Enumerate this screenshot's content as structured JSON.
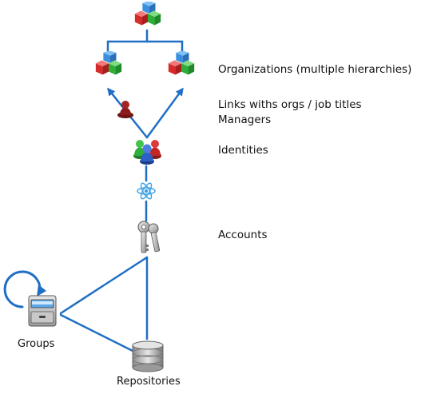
{
  "labels": {
    "organizations": "Organizations (multiple hierarchies)",
    "links_line1": "Links withs orgs / job titles",
    "links_line2": "Managers",
    "identities": "Identities",
    "accounts": "Accounts",
    "groups": "Groups",
    "repositories": "Repositories"
  },
  "colors": {
    "connector": "#1f6fc4",
    "cube_red": "#d62b2b",
    "cube_green": "#2fae3a",
    "cube_blue": "#3a8fe0",
    "text": "#111111"
  },
  "icons": [
    "org-cubes-icon",
    "manager-person-icon",
    "identities-people-icon",
    "atom-icon",
    "keys-icon",
    "filing-cabinet-icon",
    "database-icon",
    "refresh-loop-icon"
  ]
}
